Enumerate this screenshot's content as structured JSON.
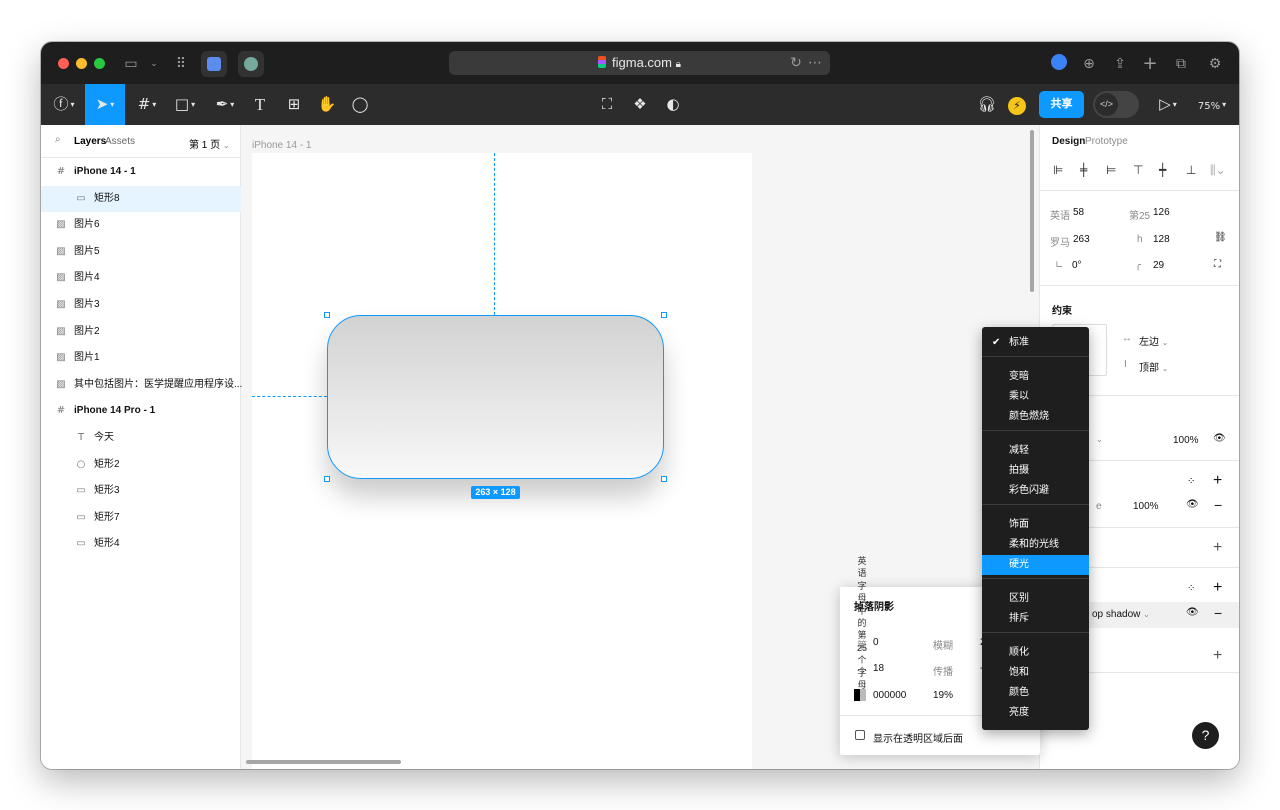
{
  "browser": {
    "url": "figma.com",
    "icons": [
      "sidebar-icon",
      "chevron-down-icon",
      "grid-icon",
      "extension-icon",
      "extension-icon",
      "reload-icon",
      "more-icon",
      "chrome-icon",
      "download-icon",
      "share-icon",
      "plus-icon",
      "tabs-icon",
      "settings-icon"
    ]
  },
  "toolbar": {
    "share_label": "共享",
    "zoom": "75%",
    "dev_icon": "</>",
    "accent": "#0d99ff"
  },
  "left_panel": {
    "tabs": [
      "Layers",
      "Assets"
    ],
    "page": "第 1 页",
    "layers": [
      {
        "label": "iPhone 14 - 1",
        "icon": "frame-icon",
        "bold": true
      },
      {
        "label": "矩形8",
        "icon": "rectangle-icon",
        "selected": true
      },
      {
        "label": "图片6",
        "icon": "image-icon"
      },
      {
        "label": "图片5",
        "icon": "image-icon"
      },
      {
        "label": "图片4",
        "icon": "image-icon"
      },
      {
        "label": "图片3",
        "icon": "image-icon"
      },
      {
        "label": "图片2",
        "icon": "image-icon"
      },
      {
        "label": "图片1",
        "icon": "image-icon"
      },
      {
        "label": "其中包括图片：医学提醒应用程序设...",
        "icon": "image-icon"
      },
      {
        "label": "iPhone 14 Pro - 1",
        "icon": "frame-icon",
        "bold": true
      },
      {
        "label": "今天",
        "icon": "text-icon"
      },
      {
        "label": "矩形2",
        "icon": "ellipse-icon"
      },
      {
        "label": "矩形3",
        "icon": "rectangle-icon"
      },
      {
        "label": "矩形7",
        "icon": "rectangle-icon"
      },
      {
        "label": "矩形4",
        "icon": "rectangle-icon"
      }
    ]
  },
  "canvas": {
    "frame_label": "iPhone 14 - 1",
    "dimension_label": "263 × 128"
  },
  "right_panel": {
    "tabs": [
      "Design",
      "Prototype"
    ],
    "props": {
      "x_label": "英语",
      "x": "58",
      "y_label": "第25",
      "y": "126",
      "w_label": "罗马",
      "w": "263",
      "h_label": "h",
      "h": "128",
      "rotation": "0°",
      "radius": "29"
    },
    "constraints_title": "约束",
    "constraint_h": "左边",
    "constraint_v": "顶部",
    "opacity": "100%",
    "fill_opacity": "100%",
    "effect_label": "op shadow"
  },
  "shadow_popup": {
    "title": "掉落阴影",
    "vertical_text": "英语字母中的第25个字母",
    "x_label": "第",
    "x": "0",
    "blur_label": "模糊",
    "blur": "2",
    "y_label": "个",
    "y": "18",
    "spread_label": "传播",
    "spread": "-",
    "color": "000000",
    "color_opacity": "19%",
    "show_behind_label": "显示在透明区域后面"
  },
  "blend_menu": {
    "groups": [
      [
        "标准"
      ],
      [
        "变暗",
        "乘以",
        "颜色燃烧"
      ],
      [
        "减轻",
        "拍摄",
        "彩色闪避"
      ],
      [
        "饰面",
        "柔和的光线",
        "硬光"
      ],
      [
        "区别",
        "排斥"
      ],
      [
        "顺化",
        "饱和",
        "颜色",
        "亮度"
      ]
    ],
    "checked": "标准",
    "highlighted": "硬光"
  }
}
